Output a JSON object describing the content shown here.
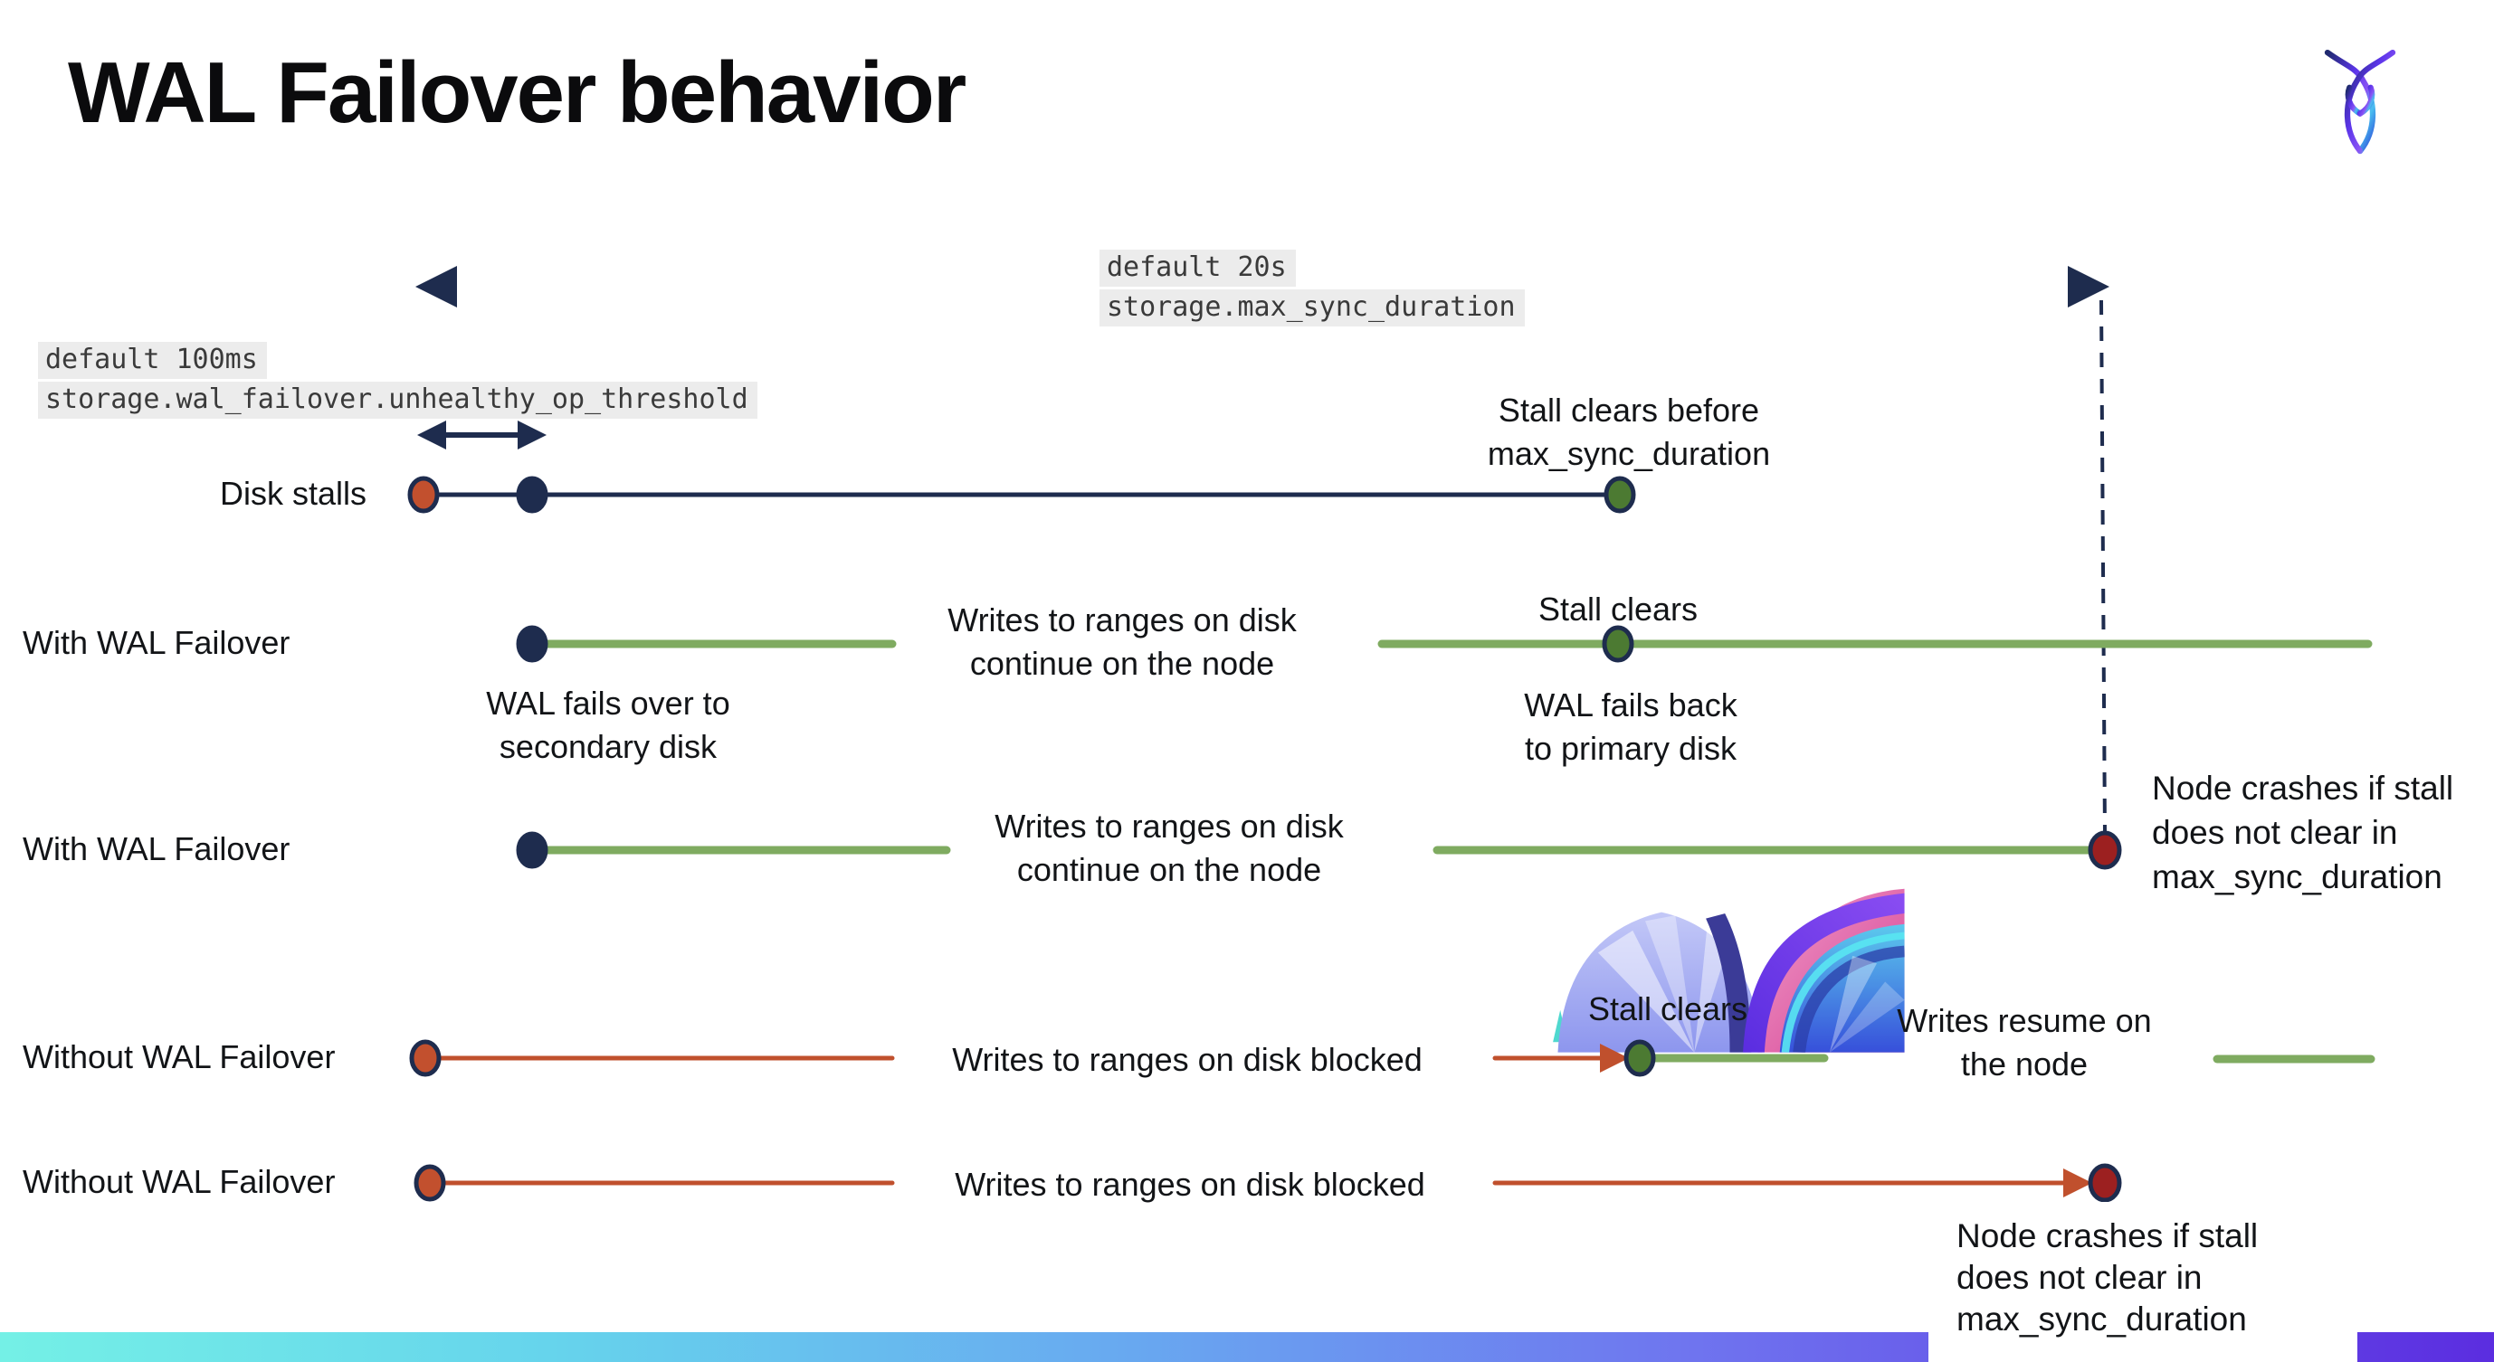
{
  "title": "WAL Failover behavior",
  "settings": {
    "max_sync": {
      "default": "default 20s",
      "name": "storage.max_sync_duration"
    },
    "unhealthy_op": {
      "default": "default 100ms",
      "name": "storage.wal_failover.unhealthy_op_threshold"
    }
  },
  "rows": {
    "disk_stalls": {
      "label": "Disk stalls",
      "stall_clears": "Stall clears before\nmax_sync_duration"
    },
    "with_failover_1": {
      "label": "With WAL Failover",
      "failover": "WAL fails over to\nsecondary disk",
      "writes_continue": "Writes to ranges on disk\ncontinue on the node",
      "stall_clears": "Stall clears",
      "failback": "WAL fails  back\nto primary disk"
    },
    "with_failover_2": {
      "label": "With WAL Failover",
      "writes_continue": "Writes to ranges on disk\ncontinue on the node",
      "crash": "Node crashes if stall\ndoes not clear in\nmax_sync_duration"
    },
    "without_failover_1": {
      "label": "Without WAL Failover",
      "writes_blocked": "Writes to ranges on disk  blocked",
      "stall_clears": "Stall clears",
      "writes_resume": "Writes resume on\nthe node"
    },
    "without_failover_2": {
      "label": "Without WAL Failover",
      "writes_blocked": "Writes to ranges on disk  blocked",
      "crash": "Node crashes if stall\ndoes not clear in\nmax_sync_duration"
    }
  },
  "icons": {
    "logo": "cockroachdb-logo",
    "top_arrow": "double-headed-arrow",
    "threshold_arrow": "double-headed-arrow-small"
  },
  "colors": {
    "navy": "#1e2c4e",
    "green-line": "#7fab60",
    "green-dot": "#4c7a32",
    "red-line": "#c0502d",
    "red-dot": "#c2502e",
    "dark-red": "#9c2020",
    "ink": "#121417",
    "mono-ink": "#3a3a3a",
    "mono-bg": "#ececec",
    "bar-a": "#74f0e6",
    "bar-b": "#68a9f0",
    "bar-c": "#5b2de0",
    "pink": "#d63f92",
    "purple": "#6a3bf0",
    "periwinkle": "#9ba3f0"
  }
}
